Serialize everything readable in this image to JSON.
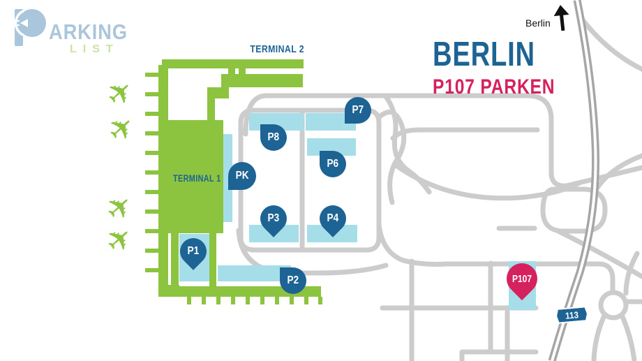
{
  "brand": {
    "wordmark": "ARKING",
    "sub": "LIST"
  },
  "heading": {
    "city": "BERLIN",
    "subtitle": "P107 PARKEN"
  },
  "compass": {
    "label": "Berlin"
  },
  "road_badge": {
    "number": "113"
  },
  "map": {
    "terminal1_label": "TERMINAL 1",
    "terminal2_label": "TERMINAL 2",
    "pins": {
      "pk": {
        "label": "PK"
      },
      "p8": {
        "label": "P8"
      },
      "p7": {
        "label": "P7"
      },
      "p6": {
        "label": "P6"
      },
      "p3": {
        "label": "P3"
      },
      "p4": {
        "label": "P4"
      },
      "p1": {
        "label": "P1"
      },
      "p2": {
        "label": "P2"
      },
      "p107": {
        "label": "P107"
      }
    }
  },
  "colors": {
    "green": "#8cc43f",
    "light_blue": "#a5dde9",
    "pin_blue": "#1d6394",
    "pink": "#d6215f",
    "road": "#cccccc",
    "highway": "#a6a6a6",
    "brand_blue": "#a9c6dc",
    "brand_green": "#c9e3a0",
    "ink": "#111111"
  }
}
